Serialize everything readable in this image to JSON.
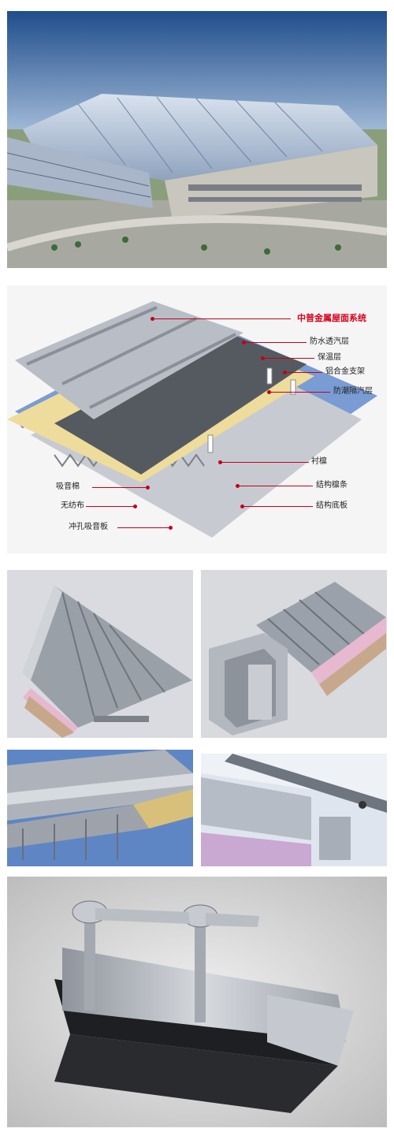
{
  "diagram": {
    "title": "中普金属屋面系统",
    "right_labels": [
      "防水透汽层",
      "保温层",
      "铝合金支架",
      "防潮隔汽层",
      "衬檩",
      "结构檩条",
      "结构底板"
    ],
    "left_labels": [
      "吸音棉",
      "无纺布",
      "冲孔吸音板"
    ]
  },
  "colors": {
    "accent_red": "#d6001c",
    "insulation": "#eedc9c",
    "membrane": "#555a60",
    "metal": "#b9bec6",
    "blue_deck": "#7a9cd4",
    "sky": "#5f86c4"
  }
}
